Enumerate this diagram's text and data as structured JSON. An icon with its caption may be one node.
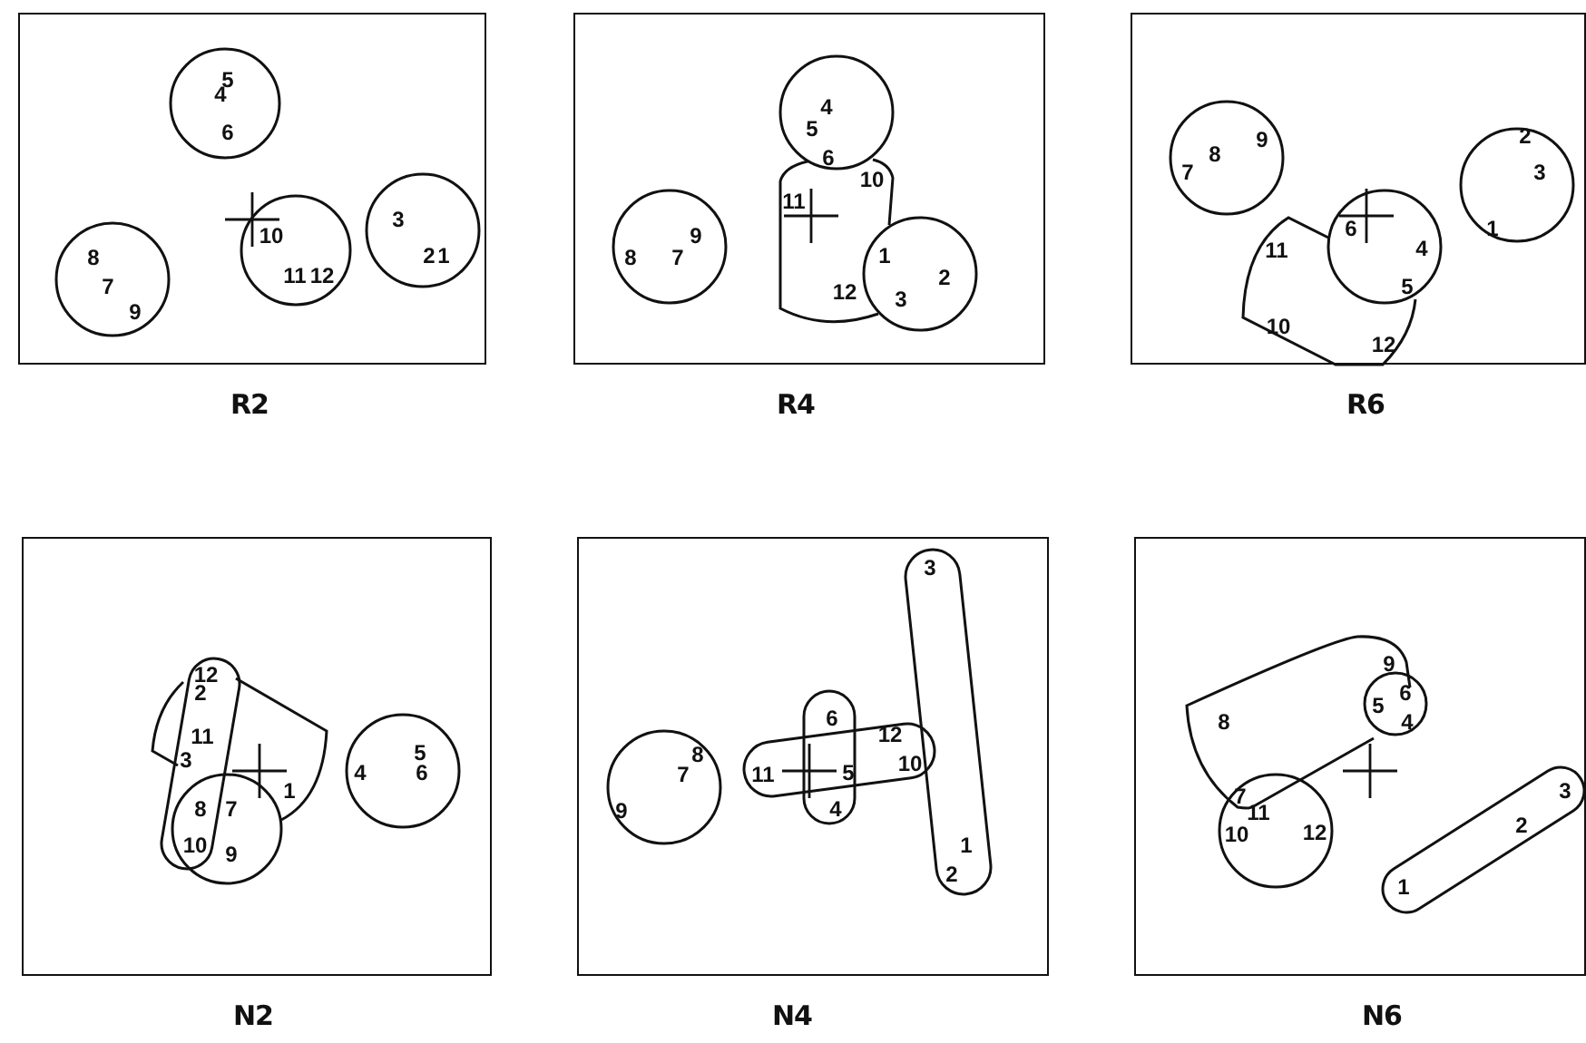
{
  "diagram": {
    "nodes": [
      {
        "text": [
          "R2"
        ]
      },
      {
        "text": [
          "5",
          "4",
          "6"
        ],
        "in": 0
      },
      {
        "text": [
          "3",
          "2",
          "1"
        ],
        "in": 0
      },
      {
        "text": [
          "10",
          "11",
          "12"
        ],
        "in": 0
      },
      {
        "text": [
          "8",
          "7",
          "9"
        ],
        "in": 0
      },
      {
        "text": [
          "R4"
        ]
      },
      {
        "text": [
          "4",
          "5",
          "6"
        ],
        "in": 5
      },
      {
        "text": [
          "10",
          "11",
          "12"
        ],
        "in": 5
      },
      {
        "text": [
          "9",
          "8",
          "7"
        ],
        "in": 5
      },
      {
        "text": [
          "1",
          "2",
          "3"
        ],
        "in": 5
      },
      {
        "text": [
          "R6"
        ]
      },
      {
        "text": [
          "9",
          "8",
          "7"
        ],
        "in": 10
      },
      {
        "text": [
          "2",
          "3",
          "1"
        ],
        "in": 10
      },
      {
        "text": [
          "6",
          "4",
          "5"
        ],
        "in": 10
      },
      {
        "text": [
          "11",
          "10",
          "12"
        ],
        "in": 10
      },
      {
        "text": [
          "N2"
        ]
      },
      {
        "text": [
          "12",
          "2",
          "11",
          "3"
        ],
        "in": 15
      },
      {
        "text": [
          "1"
        ],
        "in": 15
      },
      {
        "text": [
          "5",
          "4",
          "6"
        ],
        "in": 15
      },
      {
        "text": [
          "8",
          "7",
          "10",
          "9"
        ],
        "in": 15
      },
      {
        "text": [
          "N4"
        ]
      },
      {
        "text": [
          "3",
          "1",
          "2"
        ],
        "in": 20
      },
      {
        "text": [
          "6",
          "5",
          "4"
        ],
        "in": 20
      },
      {
        "text": [
          "12",
          "11",
          "10"
        ],
        "in": 20
      },
      {
        "text": [
          "8",
          "7",
          "9"
        ],
        "in": 20
      },
      {
        "text": [
          "N6"
        ]
      },
      {
        "text": [
          "9",
          "8"
        ],
        "in": 25
      },
      {
        "text": [
          "6",
          "5",
          "4"
        ],
        "in": 25
      },
      {
        "text": [
          "3",
          "2",
          "1"
        ],
        "in": 25
      },
      {
        "text": [
          "7",
          "11",
          "10",
          "12"
        ],
        "in": 25
      }
    ]
  }
}
